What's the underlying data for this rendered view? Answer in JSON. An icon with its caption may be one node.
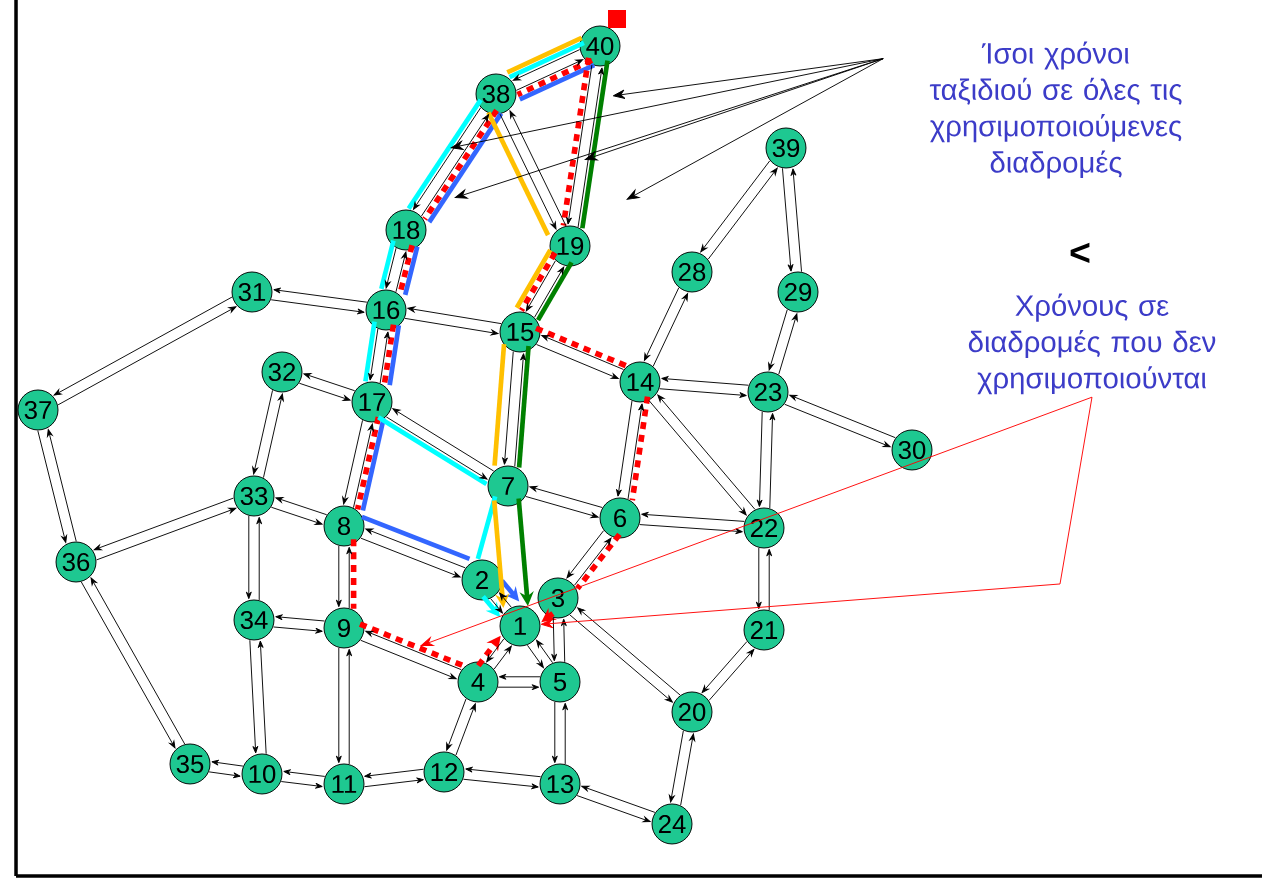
{
  "diagram": {
    "nodes": [
      {
        "text": [
          "Ίσοι χρόνοι ταξιδιού σε όλες τις χρησιμοποιούμενες διαδρομές"
        ]
      },
      {
        "text": [
          "Χρόνους σε διαδρομές που δεν χρησιμοποιούνται"
        ]
      },
      {
        "text": [
          "1"
        ]
      },
      {
        "text": [
          "2"
        ]
      },
      {
        "text": [
          "3"
        ]
      },
      {
        "text": [
          "4"
        ]
      },
      {
        "text": [
          "5"
        ]
      },
      {
        "text": [
          "6"
        ]
      },
      {
        "text": [
          "7"
        ]
      },
      {
        "text": [
          "8"
        ]
      },
      {
        "text": [
          "9"
        ]
      },
      {
        "text": [
          "10"
        ]
      },
      {
        "text": [
          "11"
        ]
      },
      {
        "text": [
          "12"
        ]
      },
      {
        "text": [
          "13"
        ]
      },
      {
        "text": [
          "14"
        ]
      },
      {
        "text": [
          "15"
        ]
      },
      {
        "text": [
          "16"
        ]
      },
      {
        "text": [
          "17"
        ]
      },
      {
        "text": [
          "18"
        ]
      },
      {
        "text": [
          "19"
        ]
      },
      {
        "text": [
          "20"
        ]
      },
      {
        "text": [
          "21"
        ]
      },
      {
        "text": [
          "22"
        ]
      },
      {
        "text": [
          "23"
        ]
      },
      {
        "text": [
          "24"
        ]
      },
      {
        "text": [
          "28"
        ]
      },
      {
        "text": [
          "29"
        ]
      },
      {
        "text": [
          "30"
        ]
      },
      {
        "text": [
          "31"
        ]
      },
      {
        "text": [
          "32"
        ]
      },
      {
        "text": [
          "33"
        ]
      },
      {
        "text": [
          "34"
        ]
      },
      {
        "text": [
          "35"
        ]
      },
      {
        "text": [
          "36"
        ]
      },
      {
        "text": [
          "37"
        ]
      },
      {
        "text": [
          "38"
        ]
      },
      {
        "text": [
          "39"
        ]
      },
      {
        "text": [
          "40"
        ]
      }
    ],
    "edges": [
      {
        "from": 38,
        "to": 36,
        "arrow": "to"
      },
      {
        "from": 36,
        "to": 38,
        "arrow": "to"
      },
      {
        "from": 38,
        "to": 20,
        "arrow": "to"
      },
      {
        "from": 20,
        "to": 38,
        "arrow": "to"
      },
      {
        "from": 36,
        "to": 20,
        "arrow": "to"
      },
      {
        "from": 20,
        "to": 36,
        "arrow": "to"
      },
      {
        "from": 36,
        "to": 19,
        "arrow": "to"
      },
      {
        "from": 19,
        "to": 36,
        "arrow": "to"
      },
      {
        "from": 19,
        "to": 17,
        "arrow": "to"
      },
      {
        "from": 17,
        "to": 19,
        "arrow": "to"
      },
      {
        "from": 17,
        "to": 29,
        "arrow": "to"
      },
      {
        "from": 29,
        "to": 17,
        "arrow": "to"
      },
      {
        "from": 29,
        "to": 35,
        "arrow": "to"
      },
      {
        "from": 35,
        "to": 29,
        "arrow": "to"
      },
      {
        "from": 35,
        "to": 34,
        "arrow": "to"
      },
      {
        "from": 34,
        "to": 35,
        "arrow": "to"
      },
      {
        "from": 34,
        "to": 31,
        "arrow": "to"
      },
      {
        "from": 31,
        "to": 34,
        "arrow": "to"
      },
      {
        "from": 34,
        "to": 33,
        "arrow": "to"
      },
      {
        "from": 33,
        "to": 34,
        "arrow": "to"
      },
      {
        "from": 17,
        "to": 16,
        "arrow": "to"
      },
      {
        "from": 16,
        "to": 17,
        "arrow": "to"
      },
      {
        "from": 17,
        "to": 18,
        "arrow": "to"
      },
      {
        "from": 18,
        "to": 17,
        "arrow": "to"
      },
      {
        "from": 18,
        "to": 30,
        "arrow": "to"
      },
      {
        "from": 30,
        "to": 18,
        "arrow": "to"
      },
      {
        "from": 30,
        "to": 31,
        "arrow": "to"
      },
      {
        "from": 31,
        "to": 30,
        "arrow": "to"
      },
      {
        "from": 18,
        "to": 9,
        "arrow": "to"
      },
      {
        "from": 9,
        "to": 18,
        "arrow": "to"
      },
      {
        "from": 18,
        "to": 8,
        "arrow": "to"
      },
      {
        "from": 8,
        "to": 18,
        "arrow": "to"
      },
      {
        "from": 16,
        "to": 20,
        "arrow": "to"
      },
      {
        "from": 20,
        "to": 16,
        "arrow": "to"
      },
      {
        "from": 16,
        "to": 8,
        "arrow": "to"
      },
      {
        "from": 8,
        "to": 16,
        "arrow": "to"
      },
      {
        "from": 16,
        "to": 15,
        "arrow": "to"
      },
      {
        "from": 15,
        "to": 16,
        "arrow": "to"
      },
      {
        "from": 15,
        "to": 26,
        "arrow": "to"
      },
      {
        "from": 26,
        "to": 15,
        "arrow": "to"
      },
      {
        "from": 26,
        "to": 37,
        "arrow": "to"
      },
      {
        "from": 37,
        "to": 26,
        "arrow": "to"
      },
      {
        "from": 37,
        "to": 27,
        "arrow": "to"
      },
      {
        "from": 27,
        "to": 37,
        "arrow": "to"
      },
      {
        "from": 27,
        "to": 24,
        "arrow": "to"
      },
      {
        "from": 24,
        "to": 27,
        "arrow": "to"
      },
      {
        "from": 15,
        "to": 24,
        "arrow": "to"
      },
      {
        "from": 24,
        "to": 15,
        "arrow": "to"
      },
      {
        "from": 24,
        "to": 28,
        "arrow": "to"
      },
      {
        "from": 28,
        "to": 24,
        "arrow": "to"
      },
      {
        "from": 24,
        "to": 23,
        "arrow": "to"
      },
      {
        "from": 23,
        "to": 24,
        "arrow": "to"
      },
      {
        "from": 15,
        "to": 23,
        "arrow": "to"
      },
      {
        "from": 23,
        "to": 15,
        "arrow": "to"
      },
      {
        "from": 15,
        "to": 7,
        "arrow": "to"
      },
      {
        "from": 7,
        "to": 15,
        "arrow": "to"
      },
      {
        "from": 7,
        "to": 23,
        "arrow": "to"
      },
      {
        "from": 23,
        "to": 7,
        "arrow": "to"
      },
      {
        "from": 23,
        "to": 22,
        "arrow": "to"
      },
      {
        "from": 22,
        "to": 23,
        "arrow": "to"
      },
      {
        "from": 22,
        "to": 21,
        "arrow": "to"
      },
      {
        "from": 21,
        "to": 22,
        "arrow": "to"
      },
      {
        "from": 21,
        "to": 25,
        "arrow": "to"
      },
      {
        "from": 25,
        "to": 21,
        "arrow": "to"
      },
      {
        "from": 8,
        "to": 7,
        "arrow": "to"
      },
      {
        "from": 7,
        "to": 8,
        "arrow": "to"
      },
      {
        "from": 31,
        "to": 9,
        "arrow": "to"
      },
      {
        "from": 9,
        "to": 31,
        "arrow": "to"
      },
      {
        "from": 31,
        "to": 32,
        "arrow": "to"
      },
      {
        "from": 32,
        "to": 31,
        "arrow": "to"
      },
      {
        "from": 9,
        "to": 10,
        "arrow": "to"
      },
      {
        "from": 10,
        "to": 9,
        "arrow": "to"
      },
      {
        "from": 9,
        "to": 3,
        "arrow": "to"
      },
      {
        "from": 3,
        "to": 9,
        "arrow": "to"
      },
      {
        "from": 32,
        "to": 10,
        "arrow": "to"
      },
      {
        "from": 10,
        "to": 32,
        "arrow": "to"
      },
      {
        "from": 32,
        "to": 11,
        "arrow": "to"
      },
      {
        "from": 11,
        "to": 32,
        "arrow": "to"
      },
      {
        "from": 33,
        "to": 11,
        "arrow": "to"
      },
      {
        "from": 11,
        "to": 33,
        "arrow": "to"
      },
      {
        "from": 11,
        "to": 12,
        "arrow": "to"
      },
      {
        "from": 12,
        "to": 11,
        "arrow": "to"
      },
      {
        "from": 10,
        "to": 12,
        "arrow": "to"
      },
      {
        "from": 12,
        "to": 10,
        "arrow": "to"
      },
      {
        "from": 10,
        "to": 5,
        "arrow": "to"
      },
      {
        "from": 5,
        "to": 10,
        "arrow": "to"
      },
      {
        "from": 12,
        "to": 13,
        "arrow": "to"
      },
      {
        "from": 13,
        "to": 12,
        "arrow": "to"
      },
      {
        "from": 13,
        "to": 5,
        "arrow": "to"
      },
      {
        "from": 5,
        "to": 13,
        "arrow": "to"
      },
      {
        "from": 13,
        "to": 14,
        "arrow": "to"
      },
      {
        "from": 14,
        "to": 13,
        "arrow": "to"
      },
      {
        "from": 14,
        "to": 6,
        "arrow": "to"
      },
      {
        "from": 6,
        "to": 14,
        "arrow": "to"
      },
      {
        "from": 6,
        "to": 5,
        "arrow": "to"
      },
      {
        "from": 5,
        "to": 6,
        "arrow": "to"
      },
      {
        "from": 5,
        "to": 2,
        "arrow": "to"
      },
      {
        "from": 2,
        "to": 5,
        "arrow": "to"
      },
      {
        "from": 2,
        "to": 6,
        "arrow": "to"
      },
      {
        "from": 6,
        "to": 2,
        "arrow": "to"
      },
      {
        "from": 4,
        "to": 6,
        "arrow": "to"
      },
      {
        "from": 6,
        "to": 4,
        "arrow": "to"
      },
      {
        "from": 7,
        "to": 4,
        "arrow": "to"
      },
      {
        "from": 4,
        "to": 7,
        "arrow": "to"
      },
      {
        "from": 3,
        "to": 2,
        "arrow": "to"
      },
      {
        "from": 2,
        "to": 3,
        "arrow": "to"
      },
      {
        "from": 4,
        "to": 21,
        "arrow": "to"
      },
      {
        "from": 21,
        "to": 4,
        "arrow": "to"
      },
      {
        "from": 14,
        "to": 25,
        "arrow": "to"
      },
      {
        "from": 25,
        "to": 14,
        "arrow": "to"
      },
      {
        "from": 38,
        "to": 36,
        "arrow": "none",
        "style": "dashed",
        "color": "#ff0000"
      },
      {
        "from": 36,
        "to": 19,
        "arrow": "none",
        "style": "dashed",
        "color": "#ff0000"
      },
      {
        "from": 19,
        "to": 17,
        "arrow": "none",
        "style": "dashed",
        "color": "#ff0000"
      },
      {
        "from": 17,
        "to": 18,
        "arrow": "none",
        "style": "dashed",
        "color": "#ff0000"
      },
      {
        "from": 18,
        "to": 9,
        "arrow": "none",
        "style": "dashed",
        "color": "#ff0000"
      },
      {
        "from": 9,
        "to": 10,
        "arrow": "none",
        "style": "dashed",
        "color": "#ff0000"
      },
      {
        "from": 10,
        "to": 5,
        "arrow": "none",
        "style": "dashed",
        "color": "#ff0000"
      },
      {
        "from": 5,
        "to": 2,
        "arrow": "to",
        "style": "dashed",
        "color": "#ff0000"
      },
      {
        "from": 38,
        "to": 36,
        "arrow": "none",
        "style": "thick",
        "color": "#3366ff"
      },
      {
        "from": 36,
        "to": 19,
        "arrow": "none",
        "style": "thick",
        "color": "#3366ff"
      },
      {
        "from": 19,
        "to": 17,
        "arrow": "none",
        "style": "thick",
        "color": "#3366ff"
      },
      {
        "from": 17,
        "to": 18,
        "arrow": "none",
        "style": "thick",
        "color": "#3366ff"
      },
      {
        "from": 18,
        "to": 9,
        "arrow": "none",
        "style": "thick",
        "color": "#3366ff"
      },
      {
        "from": 9,
        "to": 3,
        "arrow": "none",
        "style": "thick",
        "color": "#3366ff"
      },
      {
        "from": 3,
        "to": 2,
        "arrow": "to",
        "style": "thick",
        "color": "#3366ff"
      },
      {
        "from": 38,
        "to": 36,
        "arrow": "none",
        "style": "thick",
        "color": "#00ffff"
      },
      {
        "from": 36,
        "to": 19,
        "arrow": "none",
        "style": "thick",
        "color": "#00ffff"
      },
      {
        "from": 19,
        "to": 17,
        "arrow": "none",
        "style": "thick",
        "color": "#00ffff"
      },
      {
        "from": 17,
        "to": 18,
        "arrow": "none",
        "style": "thick",
        "color": "#00ffff"
      },
      {
        "from": 18,
        "to": 8,
        "arrow": "none",
        "style": "thick",
        "color": "#00ffff"
      },
      {
        "from": 8,
        "to": 3,
        "arrow": "none",
        "style": "thick",
        "color": "#00ffff"
      },
      {
        "from": 3,
        "to": 2,
        "arrow": "to",
        "style": "thick",
        "color": "#00ffff"
      },
      {
        "from": 38,
        "to": 36,
        "arrow": "none",
        "style": "thick",
        "color": "#ffc000"
      },
      {
        "from": 36,
        "to": 20,
        "arrow": "none",
        "style": "thick",
        "color": "#ffc000"
      },
      {
        "from": 20,
        "to": 16,
        "arrow": "none",
        "style": "thick",
        "color": "#ffc000"
      },
      {
        "from": 16,
        "to": 8,
        "arrow": "none",
        "style": "thick",
        "color": "#ffc000"
      },
      {
        "from": 8,
        "to": 2,
        "arrow": "to",
        "style": "thick",
        "color": "#ffc000"
      },
      {
        "from": 38,
        "to": 20,
        "arrow": "none",
        "style": "thick",
        "color": "#008000"
      },
      {
        "from": 20,
        "to": 16,
        "arrow": "none",
        "style": "thick",
        "color": "#008000"
      },
      {
        "from": 16,
        "to": 8,
        "arrow": "none",
        "style": "thick",
        "color": "#008000"
      },
      {
        "from": 8,
        "to": 2,
        "arrow": "to",
        "style": "thick",
        "color": "#008000"
      },
      {
        "from": 38,
        "to": 20,
        "arrow": "none",
        "style": "dashed",
        "color": "#ff0000"
      },
      {
        "from": 20,
        "to": 16,
        "arrow": "none",
        "style": "dashed",
        "color": "#ff0000"
      },
      {
        "from": 16,
        "to": 15,
        "arrow": "none",
        "style": "dashed",
        "color": "#ff0000"
      },
      {
        "from": 15,
        "to": 7,
        "arrow": "none",
        "style": "dashed",
        "color": "#ff0000"
      },
      {
        "from": 7,
        "to": 4,
        "arrow": "none",
        "style": "dashed",
        "color": "#ff0000"
      },
      {
        "from": 4,
        "to": 2,
        "arrow": "to",
        "style": "dashed",
        "color": "#ff0000"
      },
      {
        "from": 0,
        "to": null,
        "arrow": "to"
      },
      {
        "from": 0,
        "to": null,
        "arrow": "to"
      },
      {
        "from": 0,
        "to": null,
        "arrow": "to"
      },
      {
        "from": 0,
        "to": null,
        "arrow": "to"
      },
      {
        "from": 0,
        "to": null,
        "arrow": "to"
      },
      {
        "from": 1,
        "to": null,
        "arrow": "to",
        "color": "#ff0000"
      },
      {
        "from": 1,
        "to": 2,
        "arrow": "to",
        "color": "#ff0000"
      }
    ],
    "labels": [
      "<"
    ]
  }
}
